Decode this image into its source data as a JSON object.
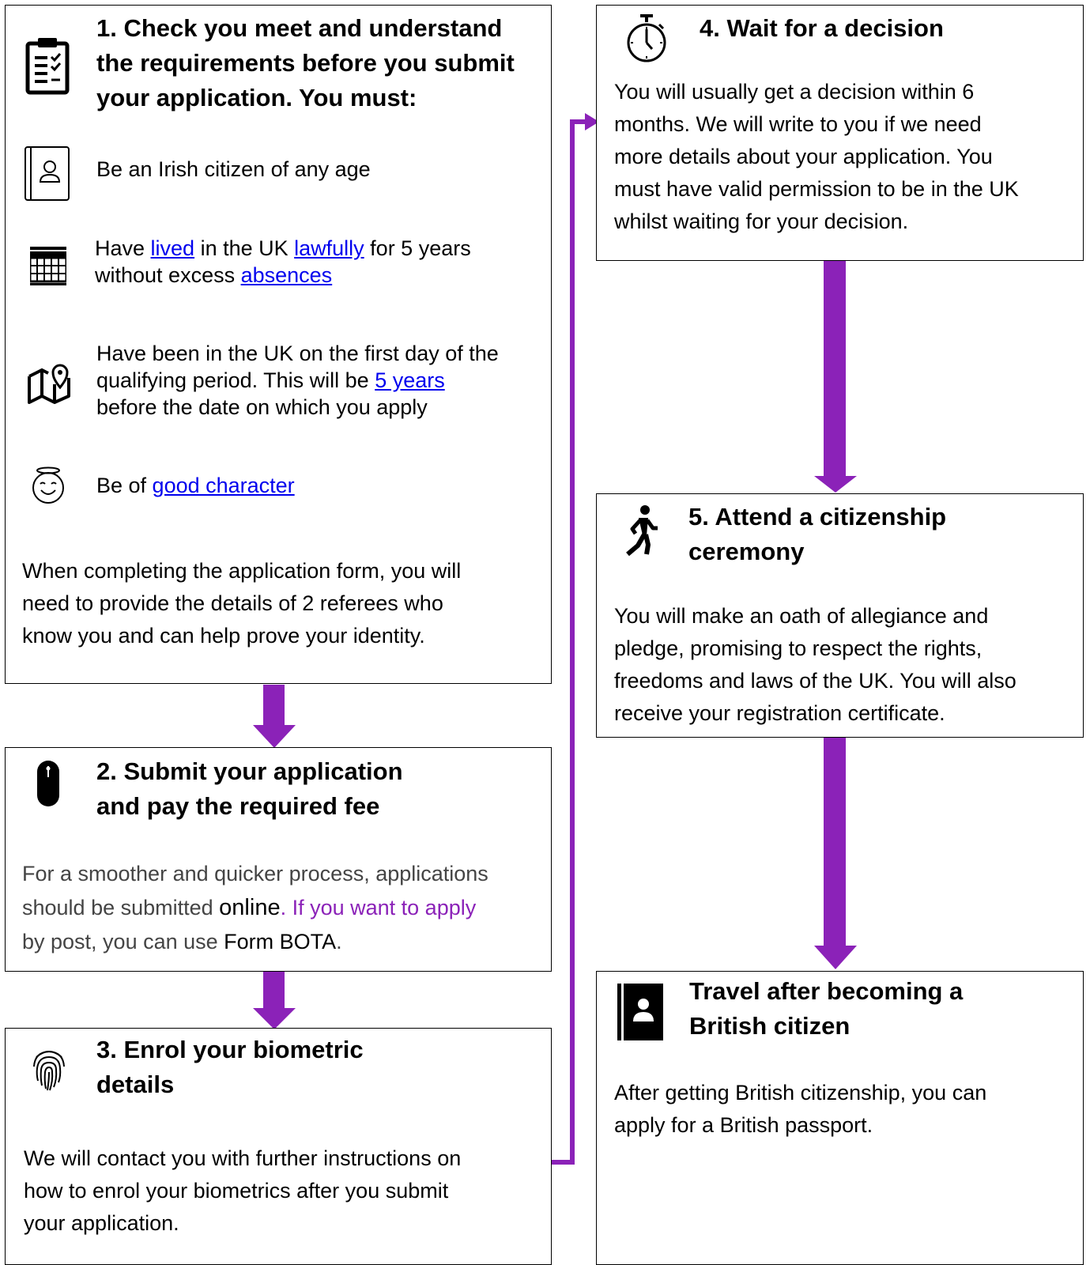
{
  "colors": {
    "arrow": "#8b22b8",
    "link": "#0000ee",
    "border": "#000000"
  },
  "step1": {
    "icon": "clipboard-checklist-icon",
    "title_lines": [
      "1. Check you meet and understand",
      "the requirements before you submit",
      "your application. You must:"
    ],
    "req1": {
      "icon": "contact-book-icon",
      "text": "Be an Irish citizen of any age"
    },
    "req2": {
      "icon": "calendar-icon",
      "pre": "Have ",
      "link1": "lived",
      "mid1": " in the UK ",
      "link2": "lawfully",
      "post1": " for 5 years",
      "pre2": "without excess ",
      "link3": "absences"
    },
    "req3": {
      "icon": "map-pin-icon",
      "line1": "Have been in the UK on the first day of the",
      "pre": "qualifying period. This will be ",
      "link": "5 years",
      "line3": "before the date on which you apply"
    },
    "req4": {
      "icon": "angel-smile-icon",
      "pre": "Be of ",
      "link": "good character"
    },
    "body_lines": [
      "When completing the application form, you will",
      "need to provide the details of 2 referees who",
      "know you and can help prove your identity."
    ]
  },
  "step2": {
    "icon": "computer-mouse-icon",
    "title_lines": [
      "2. Submit your application",
      "and pay the required fee"
    ],
    "line1": "For a smoother and quicker process, applications",
    "line2_pre": "should be submitted ",
    "line2_online": "online",
    "line2_post": ". If you want to apply",
    "line3_pre": "by post, you can use ",
    "line3_form": "Form BOTA",
    "line3_post": "."
  },
  "step3": {
    "icon": "fingerprint-icon",
    "title_lines": [
      "3. Enrol your biometric",
      "details"
    ],
    "body_lines": [
      "We will contact you with further instructions on",
      "how to enrol your biometrics after you submit",
      "your application."
    ]
  },
  "step4": {
    "icon": "stopwatch-icon",
    "title": "4. Wait for a decision",
    "body_lines": [
      "You will usually get a decision within 6",
      "months. We will write to you if we need",
      "more details about your application. You",
      "must have valid permission to be in the UK",
      "whilst waiting for your decision."
    ]
  },
  "step5": {
    "icon": "walking-person-icon",
    "title_lines": [
      "5. Attend a citizenship",
      "ceremony"
    ],
    "body_lines": [
      "You will make an oath of allegiance and",
      "pledge, promising to respect the rights,",
      "freedoms and laws of the UK. You will also",
      "receive your registration certificate."
    ]
  },
  "step6": {
    "icon": "passport-contact-icon",
    "title_lines": [
      "Travel after becoming a",
      "British citizen"
    ],
    "body_lines": [
      "After getting British citizenship, you can",
      "apply for a British passport."
    ]
  }
}
